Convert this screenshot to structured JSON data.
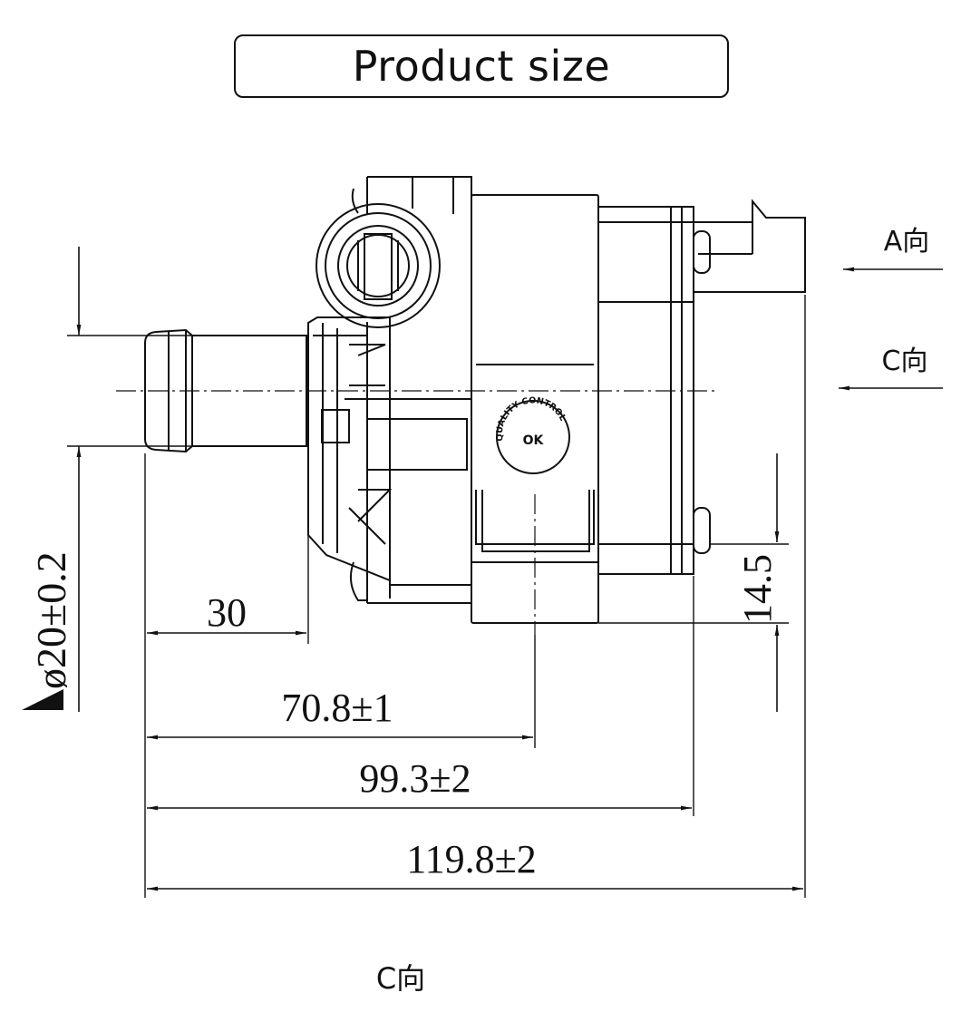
{
  "title": "Product size",
  "views": {
    "view_a": "A向",
    "view_c_side": "C向",
    "view_c_bottom": "C向"
  },
  "dimensions": {
    "diameter": "ø20±0.2",
    "length_30": "30",
    "length_70": "70.8±1",
    "length_99": "99.3±2",
    "length_119": "119.8±2",
    "height_14": "14.5"
  },
  "stamp": {
    "top_text": "QUALITY CONTROL",
    "center_text": "OK"
  }
}
